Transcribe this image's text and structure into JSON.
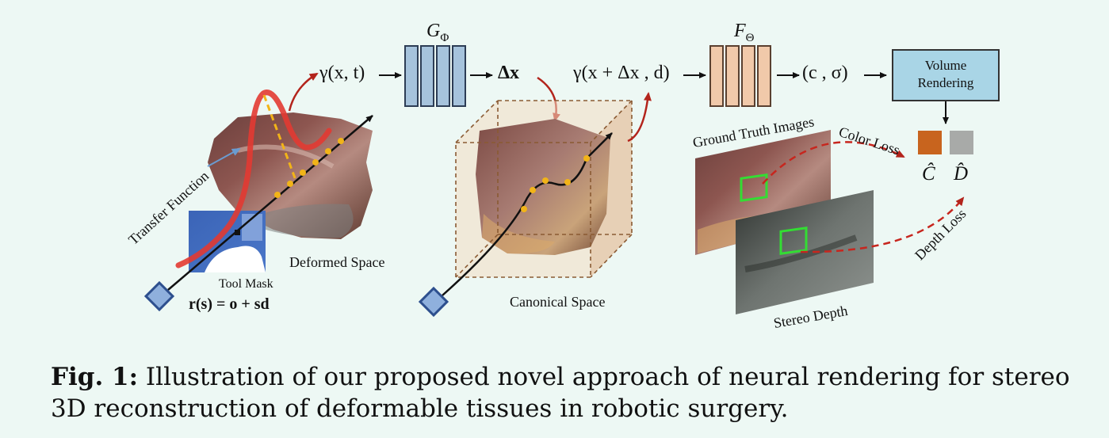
{
  "labels": {
    "g_phi": "G",
    "g_phi_sub": "Φ",
    "f_theta": "F",
    "f_theta_sub": "Θ",
    "gamma_xt": "γ(x, t)",
    "delta_x": "Δx",
    "gamma_canon": "γ(x + Δx , d)",
    "c_sigma": "(c , σ)",
    "volume_rendering_line1": "Volume",
    "volume_rendering_line2": "Rendering",
    "ground_truth_images": "Ground Truth Images",
    "color_loss": "Color Loss",
    "depth_loss": "Depth Loss",
    "c_hat": "Ĉ",
    "d_hat": "D̂",
    "transfer_function": "Transfer Function",
    "tool_mask": "Tool Mask",
    "deformed_space": "Deformed Space",
    "ray_eq": "r(s) = o + sd",
    "canonical_space": "Canonical Space",
    "stereo_depth": "Stereo Depth"
  },
  "caption": {
    "prefix": "Fig. 1:",
    "text": " Illustration of our proposed novel approach of neural rendering for stereo 3D reconstruction of deformable tissues in robotic surgery."
  },
  "colors": {
    "background": "#edf8f4",
    "mlp_g": "#a6c3dc",
    "mlp_f": "#f1c9aa",
    "volume_box": "#a9d5e6",
    "red_arrow": "#b3241c",
    "dot_yellow": "#f2b418",
    "green_box": "#33dd33",
    "color_swatch": "#c8641e",
    "depth_swatch": "#a8aaa8"
  }
}
